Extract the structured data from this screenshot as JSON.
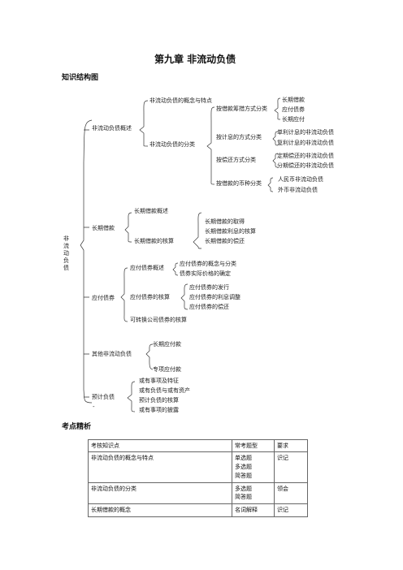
{
  "chapter_title": "第九章 非流动负债",
  "section_structure": "知识结构图",
  "section_points": "考点精析",
  "tree": {
    "root": "非流动负债",
    "l1": [
      "非流动负债概述",
      "长期借款",
      "应付债券",
      "其他非流动负债",
      "预计负债"
    ],
    "overview": {
      "concept": "非流动负债的概念与特点",
      "classify": "非流动负债的分类",
      "by_source": "按借款筹措方式分类",
      "by_source_items": [
        "长期借款",
        "应付债券",
        "长期应付"
      ],
      "by_interest": "按计息的方式分类",
      "by_interest_items": [
        "单利计息的非流动负债",
        "复利计息的非流动负债"
      ],
      "by_repay": "按偿还方式分类",
      "by_repay_items": [
        "定期偿还的非流动负债",
        "分期偿还的非流动负债"
      ],
      "by_currency": "按借款的币种分类",
      "by_currency_items": [
        "人民币非流动负债",
        "外币非流动负债"
      ]
    },
    "loan": {
      "summary": "长期借款概述",
      "accounting": "长期借款的核算",
      "items": [
        "长期借款的取得",
        "长期借款利息的核算",
        "长期借款的偿还"
      ]
    },
    "bond": {
      "summary": "应付债券概述",
      "summary_items": [
        "应付债券的概念与分类",
        "债券实际价格的确定"
      ],
      "accounting": "应付债券的核算",
      "accounting_items": [
        "应付债券的发行",
        "应付债券的利息调整",
        "应付债券的偿还"
      ],
      "convertible": "可转换公司债券的核算"
    },
    "other_items": [
      "长期应付款",
      "专项应付款"
    ],
    "provision_items": [
      "或有事项及特征",
      "或有负债与或有资产",
      "预计负债的核算",
      "或有事项的披露"
    ]
  },
  "table": {
    "headers": [
      "考核知识点",
      "常考题型",
      "要求"
    ],
    "rows": [
      {
        "point": "非流动负债的概念与特点",
        "types": [
          "单选题",
          "多选题",
          "简答题"
        ],
        "req": "识记"
      },
      {
        "point": "非流动负债的分类",
        "types": [
          "多选题",
          "简答题"
        ],
        "req": "领会"
      },
      {
        "point": "长期借款的概念",
        "types": [
          "名词解释"
        ],
        "req": "识记"
      }
    ]
  }
}
